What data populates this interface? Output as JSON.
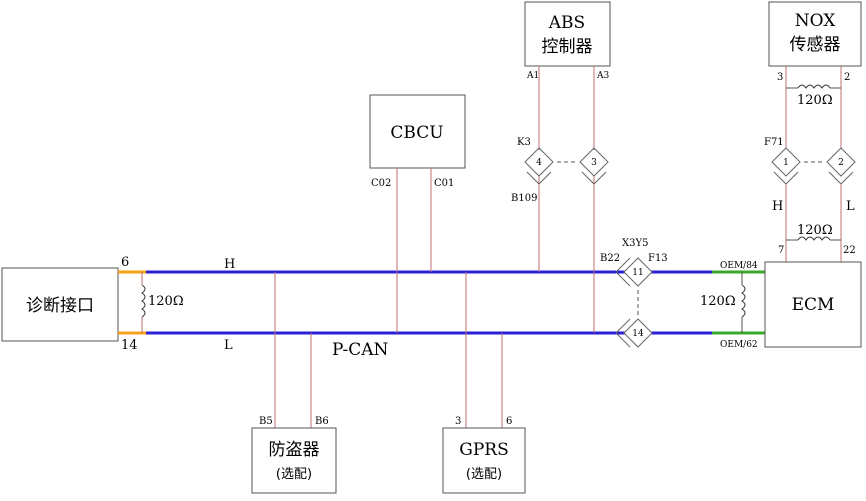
{
  "components": {
    "diag": {
      "label": "诊断接口"
    },
    "cbcu": {
      "label": "CBCU"
    },
    "abs": {
      "line1": "ABS",
      "line2": "控制器"
    },
    "nox": {
      "line1": "NOX",
      "line2": "传感器"
    },
    "ecm": {
      "label": "ECM"
    },
    "antitheft": {
      "line1": "防盗器",
      "line2": "(选配)"
    },
    "gprs": {
      "line1": "GPRS",
      "line2": "(选配)"
    }
  },
  "bus": {
    "name": "P-CAN",
    "h_label": "H",
    "l_label": "L"
  },
  "pins": {
    "diag_h": "6",
    "diag_l": "14",
    "cbcu_a": "C02",
    "cbcu_b": "C01",
    "abs_a": "A1",
    "abs_b": "A3",
    "abs_conn_k": "K3",
    "abs_conn_b": "B109",
    "abs_conn_b22": "B22",
    "nox_a": "3",
    "nox_b": "2",
    "ecm_conn_name": "F71",
    "ecm_h": "H",
    "ecm_l": "L",
    "ecm_pin7": "7",
    "ecm_pin22": "22",
    "ecm_oem84": "OEM/84",
    "ecm_oem62": "OEM/62",
    "x3y5": "X3Y5",
    "f13": "F13",
    "antitheft_a": "B5",
    "antitheft_b": "B6",
    "gprs_a": "3",
    "gprs_b": "6"
  },
  "connectors": {
    "abs_4": "4",
    "abs_3": "3",
    "ecm_1": "1",
    "ecm_2": "2",
    "bus_11": "11",
    "bus_14": "14"
  },
  "resistors": {
    "diag": "120Ω",
    "nox": "120Ω",
    "ecm_top": "120Ω",
    "ecm_side": "120Ω"
  },
  "colors": {
    "bus": "#2a1fd6",
    "stub_diag": "#f5a21a",
    "stub_ecm": "#3aa82a",
    "branch": "#c07070"
  }
}
